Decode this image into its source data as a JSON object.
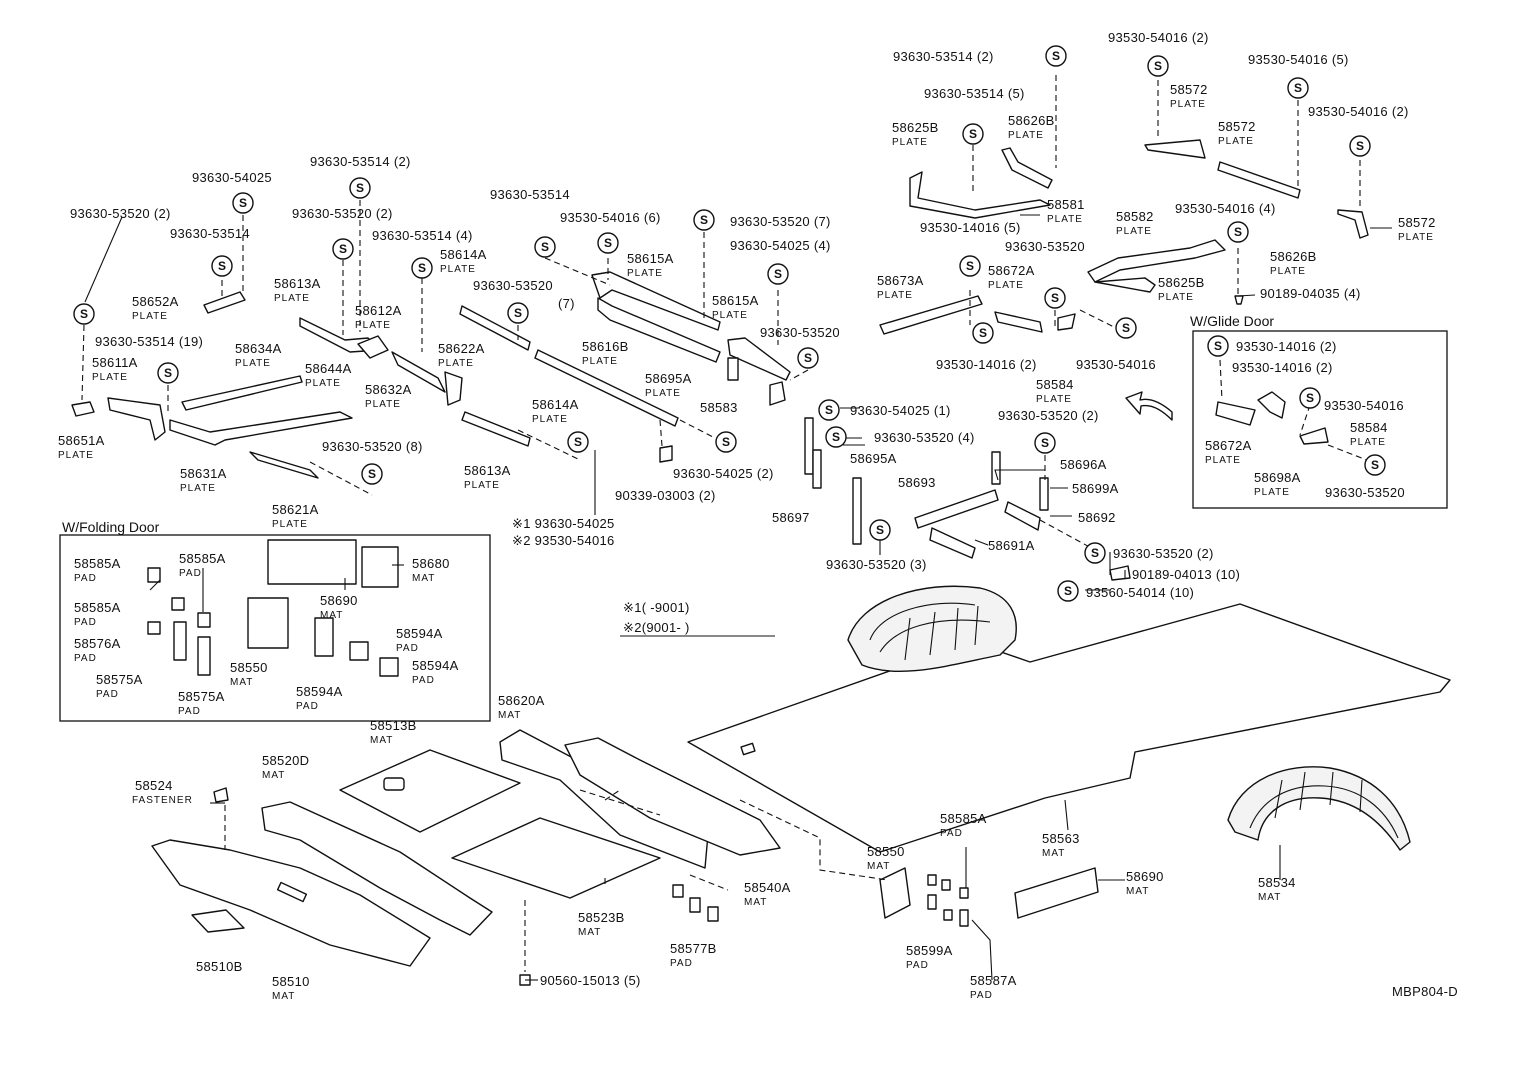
{
  "colors": {
    "ink": "#111111",
    "paper": "#ffffff"
  },
  "screw_symbol": "S",
  "drawing_code": "MBP804-D",
  "groups": {
    "folding_door": "W/Folding Door",
    "glide_door": "W/Glide Door"
  },
  "notes": {
    "n1_mark": "※1",
    "n2_mark": "※2",
    "n1_pn": "93630-54025",
    "n2_pn": "93530-54016",
    "n1_range": "(       -9001)",
    "n2_range": "(9001-        )"
  },
  "labels": [
    {
      "pn": "93630-53520 (2)"
    },
    {
      "pn": "93630-54025"
    },
    {
      "pn": "93630-53514"
    },
    {
      "pn": "58652A",
      "sub": "PLATE"
    },
    {
      "pn": "93630-53514 (19)"
    },
    {
      "pn": "58611A",
      "sub": "PLATE"
    },
    {
      "pn": "58651A",
      "sub": "PLATE"
    },
    {
      "pn": "93630-53514 (2)"
    },
    {
      "pn": "93630-53520 (2)"
    },
    {
      "pn": "93630-53514 (4)"
    },
    {
      "pn": "58613A",
      "sub": "PLATE"
    },
    {
      "pn": "58634A",
      "sub": "PLATE"
    },
    {
      "pn": "58612A",
      "sub": "PLATE"
    },
    {
      "pn": "58644A",
      "sub": "PLATE"
    },
    {
      "pn": "58632A",
      "sub": "PLATE"
    },
    {
      "pn": "58631A",
      "sub": "PLATE"
    },
    {
      "pn": "93630-53520 (8)"
    },
    {
      "pn": "58621A",
      "sub": "PLATE"
    },
    {
      "pn": "58614A",
      "sub": "PLATE"
    },
    {
      "pn": "58622A",
      "sub": "PLATE"
    },
    {
      "pn": "58613A",
      "sub": "PLATE"
    },
    {
      "pn": "93630-53514"
    },
    {
      "pn": "93530-54016 (6)"
    },
    {
      "pn": "93630-53520 (7)"
    },
    {
      "pn": "93630-53520"
    },
    {
      "pn": "(7)"
    },
    {
      "pn": "58615A",
      "sub": "PLATE"
    },
    {
      "pn": "58616B",
      "sub": "PLATE"
    },
    {
      "pn": "58614A",
      "sub": "PLATE"
    },
    {
      "pn": "93630-54025 (4)"
    },
    {
      "pn": "58615A",
      "sub": "PLATE"
    },
    {
      "pn": "93630-53520"
    },
    {
      "pn": "58695A",
      "sub": "PLATE"
    },
    {
      "pn": "58583"
    },
    {
      "pn": "93630-54025 (2)"
    },
    {
      "pn": "90339-03003 (2)"
    },
    {
      "pn": "93630-54025 (1)"
    },
    {
      "pn": "93630-53520 (4)"
    },
    {
      "pn": "58695A"
    },
    {
      "pn": "58693"
    },
    {
      "pn": "58697"
    },
    {
      "pn": "93630-53520 (3)"
    },
    {
      "pn": "93630-53514 (2)"
    },
    {
      "pn": "93630-53514 (5)"
    },
    {
      "pn": "58625B",
      "sub": "PLATE"
    },
    {
      "pn": "58626B",
      "sub": "PLATE"
    },
    {
      "pn": "58581",
      "sub": "PLATE"
    },
    {
      "pn": "93530-14016 (5)"
    },
    {
      "pn": "93630-53520"
    },
    {
      "pn": "58673A",
      "sub": "PLATE"
    },
    {
      "pn": "58672A",
      "sub": "PLATE"
    },
    {
      "pn": "93530-14016 (2)"
    },
    {
      "pn": "93530-54016"
    },
    {
      "pn": "58584",
      "sub": "PLATE"
    },
    {
      "pn": "93630-53520 (2)"
    },
    {
      "pn": "58696A"
    },
    {
      "pn": "58699A"
    },
    {
      "pn": "58692"
    },
    {
      "pn": "58691A"
    },
    {
      "pn": "93630-53520 (2)"
    },
    {
      "pn": "90189-04013 (10)"
    },
    {
      "pn": "93560-54014 (10)"
    },
    {
      "pn": "93530-54016 (2)"
    },
    {
      "pn": "93530-54016 (5)"
    },
    {
      "pn": "58572",
      "sub": "PLATE"
    },
    {
      "pn": "58572",
      "sub": "PLATE"
    },
    {
      "pn": "93530-54016 (2)"
    },
    {
      "pn": "58572",
      "sub": "PLATE"
    },
    {
      "pn": "58582",
      "sub": "PLATE"
    },
    {
      "pn": "93530-54016 (4)"
    },
    {
      "pn": "58626B",
      "sub": "PLATE"
    },
    {
      "pn": "58625B",
      "sub": "PLATE"
    },
    {
      "pn": "90189-04035 (4)"
    },
    {
      "pn": "93530-14016 (2)"
    },
    {
      "pn": "93530-14016 (2)"
    },
    {
      "pn": "93530-54016"
    },
    {
      "pn": "58584",
      "sub": "PLATE"
    },
    {
      "pn": "58672A",
      "sub": "PLATE"
    },
    {
      "pn": "58698A",
      "sub": "PLATE"
    },
    {
      "pn": "93630-53520"
    },
    {
      "pn": "58585A",
      "sub": "PAD"
    },
    {
      "pn": "58585A",
      "sub": "PAD"
    },
    {
      "pn": "58585A",
      "sub": "PAD"
    },
    {
      "pn": "58576A",
      "sub": "PAD"
    },
    {
      "pn": "58575A",
      "sub": "PAD"
    },
    {
      "pn": "58575A",
      "sub": "PAD"
    },
    {
      "pn": "58690",
      "sub": "MAT"
    },
    {
      "pn": "58680",
      "sub": "MAT"
    },
    {
      "pn": "58550",
      "sub": "MAT"
    },
    {
      "pn": "58594A",
      "sub": "PAD"
    },
    {
      "pn": "58594A",
      "sub": "PAD"
    },
    {
      "pn": "58594A",
      "sub": "PAD"
    },
    {
      "pn": "58620A",
      "sub": "MAT"
    },
    {
      "pn": "58513B",
      "sub": "MAT"
    },
    {
      "pn": "58520D",
      "sub": "MAT"
    },
    {
      "pn": "58524",
      "sub": "FASTENER"
    },
    {
      "pn": "58510B"
    },
    {
      "pn": "58510",
      "sub": "MAT"
    },
    {
      "pn": "58523B",
      "sub": "MAT"
    },
    {
      "pn": "90560-15013 (5)"
    },
    {
      "pn": "58577B",
      "sub": "PAD"
    },
    {
      "pn": "58540A",
      "sub": "MAT"
    },
    {
      "pn": "58550",
      "sub": "MAT"
    },
    {
      "pn": "58599A",
      "sub": "PAD"
    },
    {
      "pn": "58585A",
      "sub": "PAD"
    },
    {
      "pn": "58587A",
      "sub": "PAD"
    },
    {
      "pn": "58563",
      "sub": "MAT"
    },
    {
      "pn": "58690",
      "sub": "MAT"
    },
    {
      "pn": "58534",
      "sub": "MAT"
    }
  ]
}
